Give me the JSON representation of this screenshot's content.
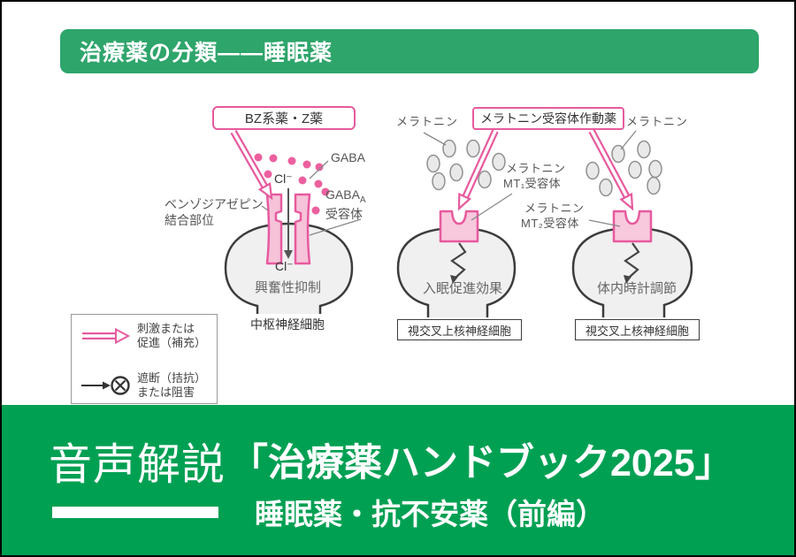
{
  "colors": {
    "header_green": "#2EA56B",
    "banner_green": "#00A053",
    "accent_pink": "#E75A9E",
    "pink_fill": "#F8C8DC",
    "cell_gray": "#F0F0F0"
  },
  "header": {
    "title": "治療薬の分類——睡眠薬"
  },
  "diagram": {
    "bz": {
      "drug_box": "BZ系薬・Z薬",
      "gaba": "GABA",
      "cl_top": "Cl⁻",
      "cl_bottom": "Cl⁻",
      "receptor_main": "GABA",
      "receptor_sub": "A",
      "receptor_suffix": "受容体",
      "binding_site_line1": "ベンゾジアゼピン",
      "binding_site_line2": "結合部位",
      "effect": "興奮性抑制",
      "cell": "中枢神経細胞"
    },
    "melatonin": {
      "left_label": "メラトニン",
      "right_label": "メラトニン",
      "drug_box": "メラトニン受容体作動薬",
      "mt1_line1": "メラトニン",
      "mt1_line2": "MT₁受容体",
      "mt2_line1": "メラトニン",
      "mt2_line2": "MT₂受容体",
      "left_effect": "入眠促進効果",
      "right_effect": "体内時計調節",
      "left_cell": "視交叉上核神経細胞",
      "right_cell": "視交叉上核神経細胞"
    },
    "legend": {
      "stimulate_line1": "刺激または",
      "stimulate_line2": "促進（補充）",
      "block_line1": "遮断（拮抗）",
      "block_line2": "または阻害"
    }
  },
  "banner": {
    "label": "音声解説",
    "title": "「治療薬ハンドブック2025」",
    "subtitle": "睡眠薬・抗不安薬（前編）"
  }
}
